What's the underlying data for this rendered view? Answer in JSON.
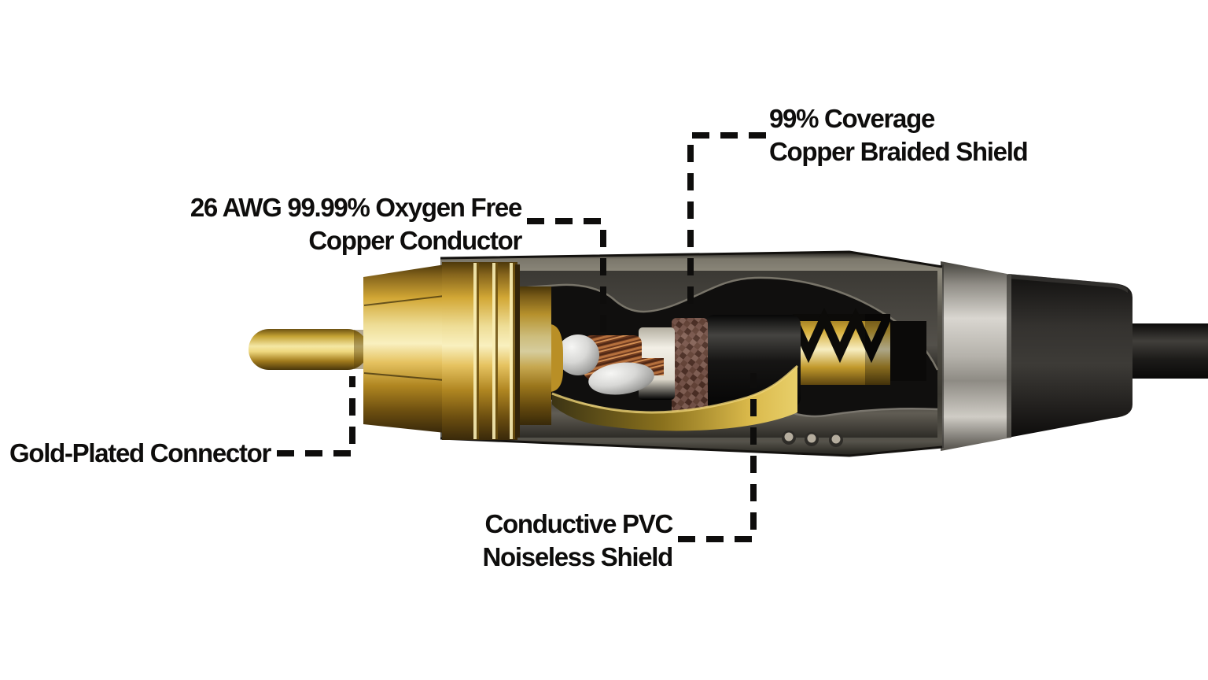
{
  "diagram_subject": "rca-audio-cable-connector-cutaway",
  "labels": {
    "braided_shield": {
      "line1": "99% Coverage",
      "line2": "Copper Braided Shield"
    },
    "conductor": {
      "line1": "26 AWG 99.99% Oxygen Free",
      "line2": "Copper Conductor"
    },
    "connector": {
      "line1": "Gold-Plated Connector"
    },
    "pvc_shield": {
      "line1": "Conductive PVC",
      "line2": "Noiseless Shield"
    }
  },
  "palette": {
    "background": "#ffffff",
    "label_text": "#0e0d0c",
    "callout_line": "#0e0d0c",
    "gold": "#d2a735",
    "gold_highlight": "#f9f0bf",
    "copper": "#a05a32",
    "steel": "#d9d6d0",
    "housing_grey": "#55524a",
    "jacket_black": "#161514",
    "dielectric": "#f2efe6",
    "solder": "#d8d8d6"
  }
}
